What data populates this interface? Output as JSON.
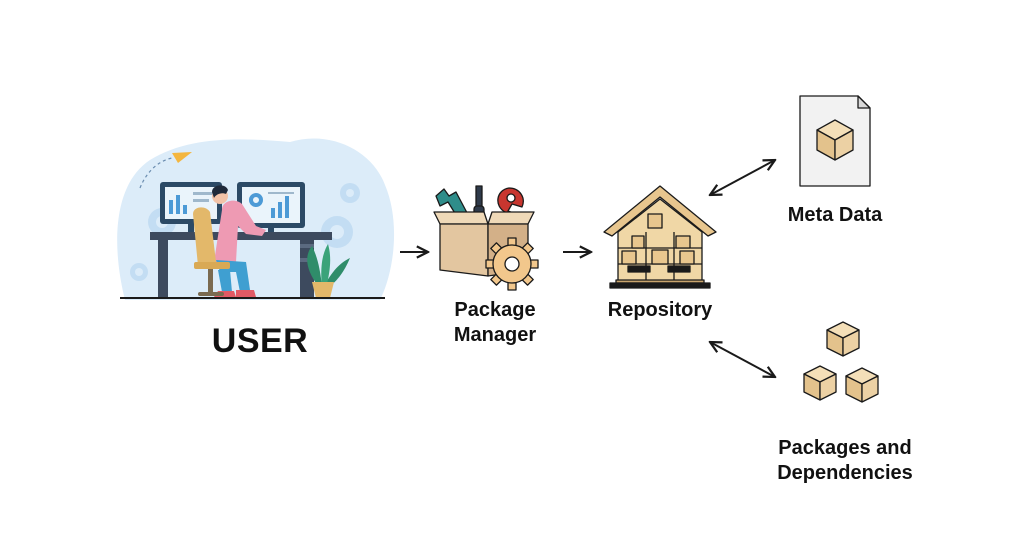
{
  "diagram": {
    "nodes": {
      "user": {
        "label": "USER",
        "icon": "user-at-computer-illustration"
      },
      "package_manager": {
        "line1": "Package",
        "line2": "Manager",
        "icon": "toolbox-icon"
      },
      "repository": {
        "label": "Repository",
        "icon": "warehouse-icon"
      },
      "meta_data": {
        "label": "Meta Data",
        "icon": "metadata-file-icon"
      },
      "packages": {
        "line1": "Packages and",
        "line2": "Dependencies",
        "icon": "packages-boxes-icon"
      }
    },
    "edges": [
      {
        "from": "user",
        "to": "package_manager",
        "style": "arrow"
      },
      {
        "from": "package_manager",
        "to": "repository",
        "style": "arrow"
      },
      {
        "from": "repository",
        "to": "meta_data",
        "style": "double-arrow"
      },
      {
        "from": "repository",
        "to": "packages",
        "style": "double-arrow"
      }
    ],
    "colors": {
      "blob": "#dcecf9",
      "gear": "#c3ddf3",
      "monitor": "#2c4a66",
      "desk": "#3d4a5e",
      "shirt": "#ee9ab3",
      "pants": "#3f9fd1",
      "chair": "#e3b86a",
      "cardboard": "#e3c6a0",
      "box_tan": "#f0d7a6",
      "gear_orange": "#f2c78c",
      "wrench": "#2f8d8a",
      "screwdriver_red": "#c8362f",
      "stroke": "#1a1a1a"
    }
  }
}
